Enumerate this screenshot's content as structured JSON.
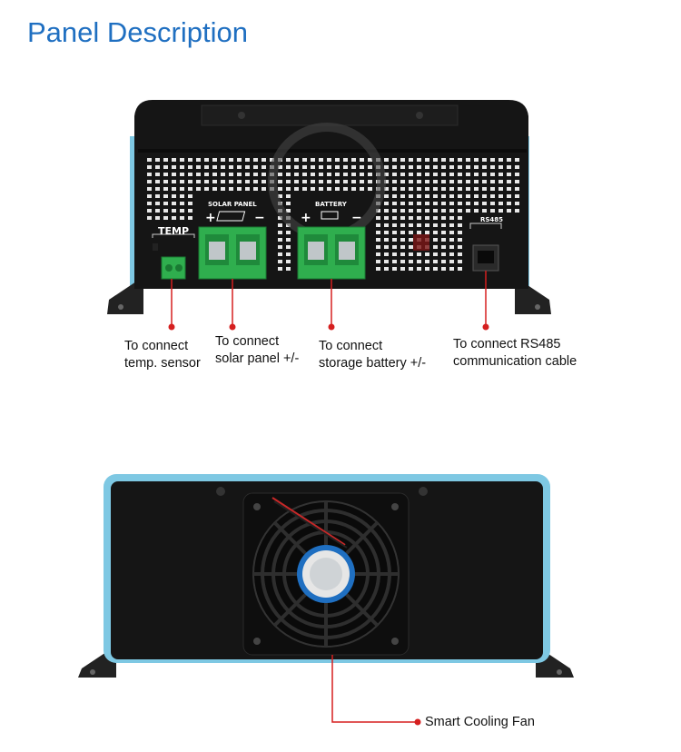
{
  "page": {
    "title": "Panel Description"
  },
  "front_panel": {
    "temp_label": "TEMP",
    "solar_label": "SOLAR PANEL",
    "battery_label": "BATTERY",
    "rs485_label": "RS485"
  },
  "callouts": {
    "temp": [
      "To connect",
      "temp. sensor"
    ],
    "solar": [
      "To connect",
      "solar panel +/-"
    ],
    "battery": [
      "To connect",
      "storage battery +/-"
    ],
    "rs485": [
      "To connect RS485",
      "communication cable"
    ],
    "fan": "Smart Cooling Fan"
  },
  "colors": {
    "title": "#1f6fc1",
    "body": "#141414",
    "accent_blue": "#7ec8e3",
    "terminal_green": "#2fae4e",
    "callout_red": "#d51f1f"
  }
}
